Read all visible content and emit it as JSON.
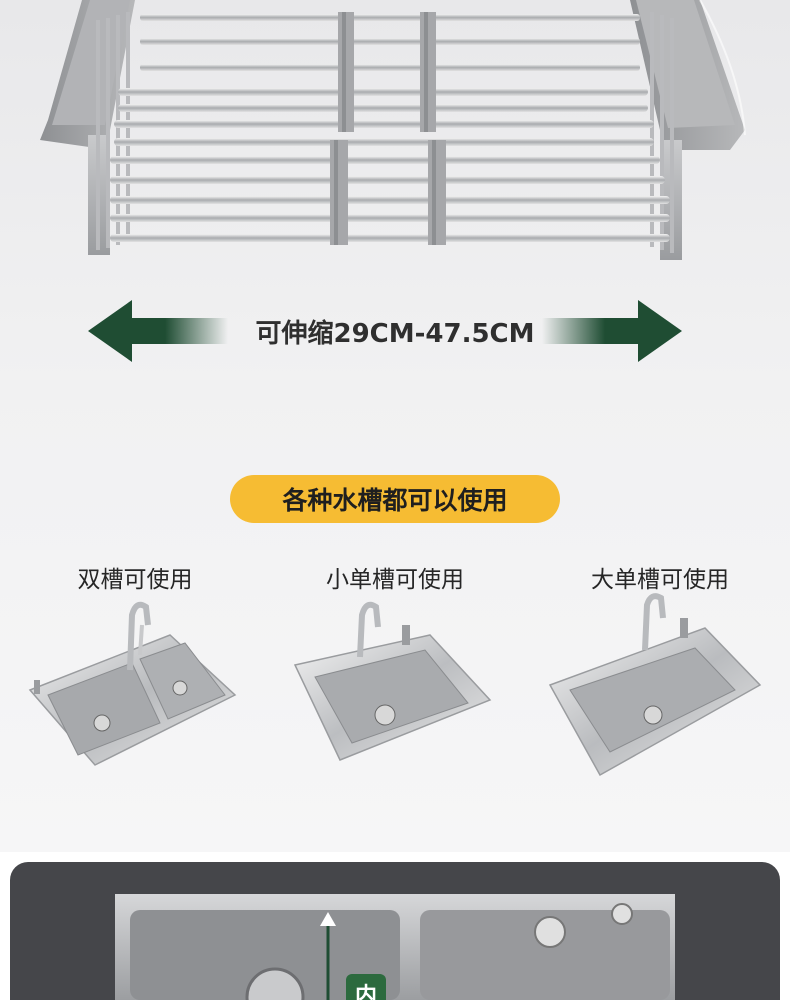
{
  "dimension": {
    "text": "可伸缩29CM-47.5CM"
  },
  "compat": {
    "title": "各种水槽都可以使用"
  },
  "sinks": [
    {
      "label": "双槽可使用"
    },
    {
      "label": "小单槽可使用"
    },
    {
      "label": "大单槽可使用"
    }
  ],
  "measure": {
    "badge": "内"
  },
  "colors": {
    "arrow": "#1f4d33",
    "pill": "#f6bc33",
    "panel": "#45464a",
    "badge": "#2c6a3e"
  }
}
